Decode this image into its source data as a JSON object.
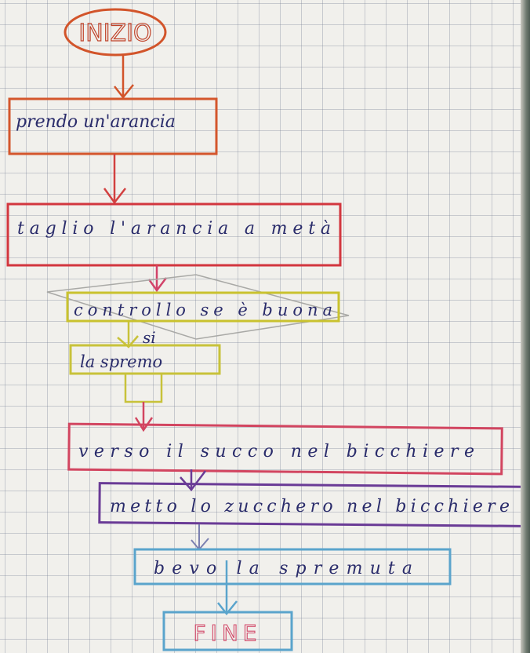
{
  "flowchart": {
    "start": "INIZIO",
    "steps": [
      "prendo un'arancia",
      "taglio l'arancia a metà",
      "controllo se è buona",
      "la spremo",
      "verso il succo nel bicchiere",
      "metto lo zucchero nel bicchiere",
      "bevo la spremuta"
    ],
    "branch_yes": "si",
    "end": "FINE"
  },
  "colors": {
    "start_oval": "#d2542a",
    "step_1": "#d4562c",
    "step_2": "#d2363e",
    "decision": "#c9c22e",
    "step_3": "#c8c23a",
    "step_4": "#d24560",
    "step_5": "#6a3b96",
    "step_6": "#5aa4cc",
    "end_box": "#5aa4cc",
    "ink": "#2a2c6b"
  }
}
